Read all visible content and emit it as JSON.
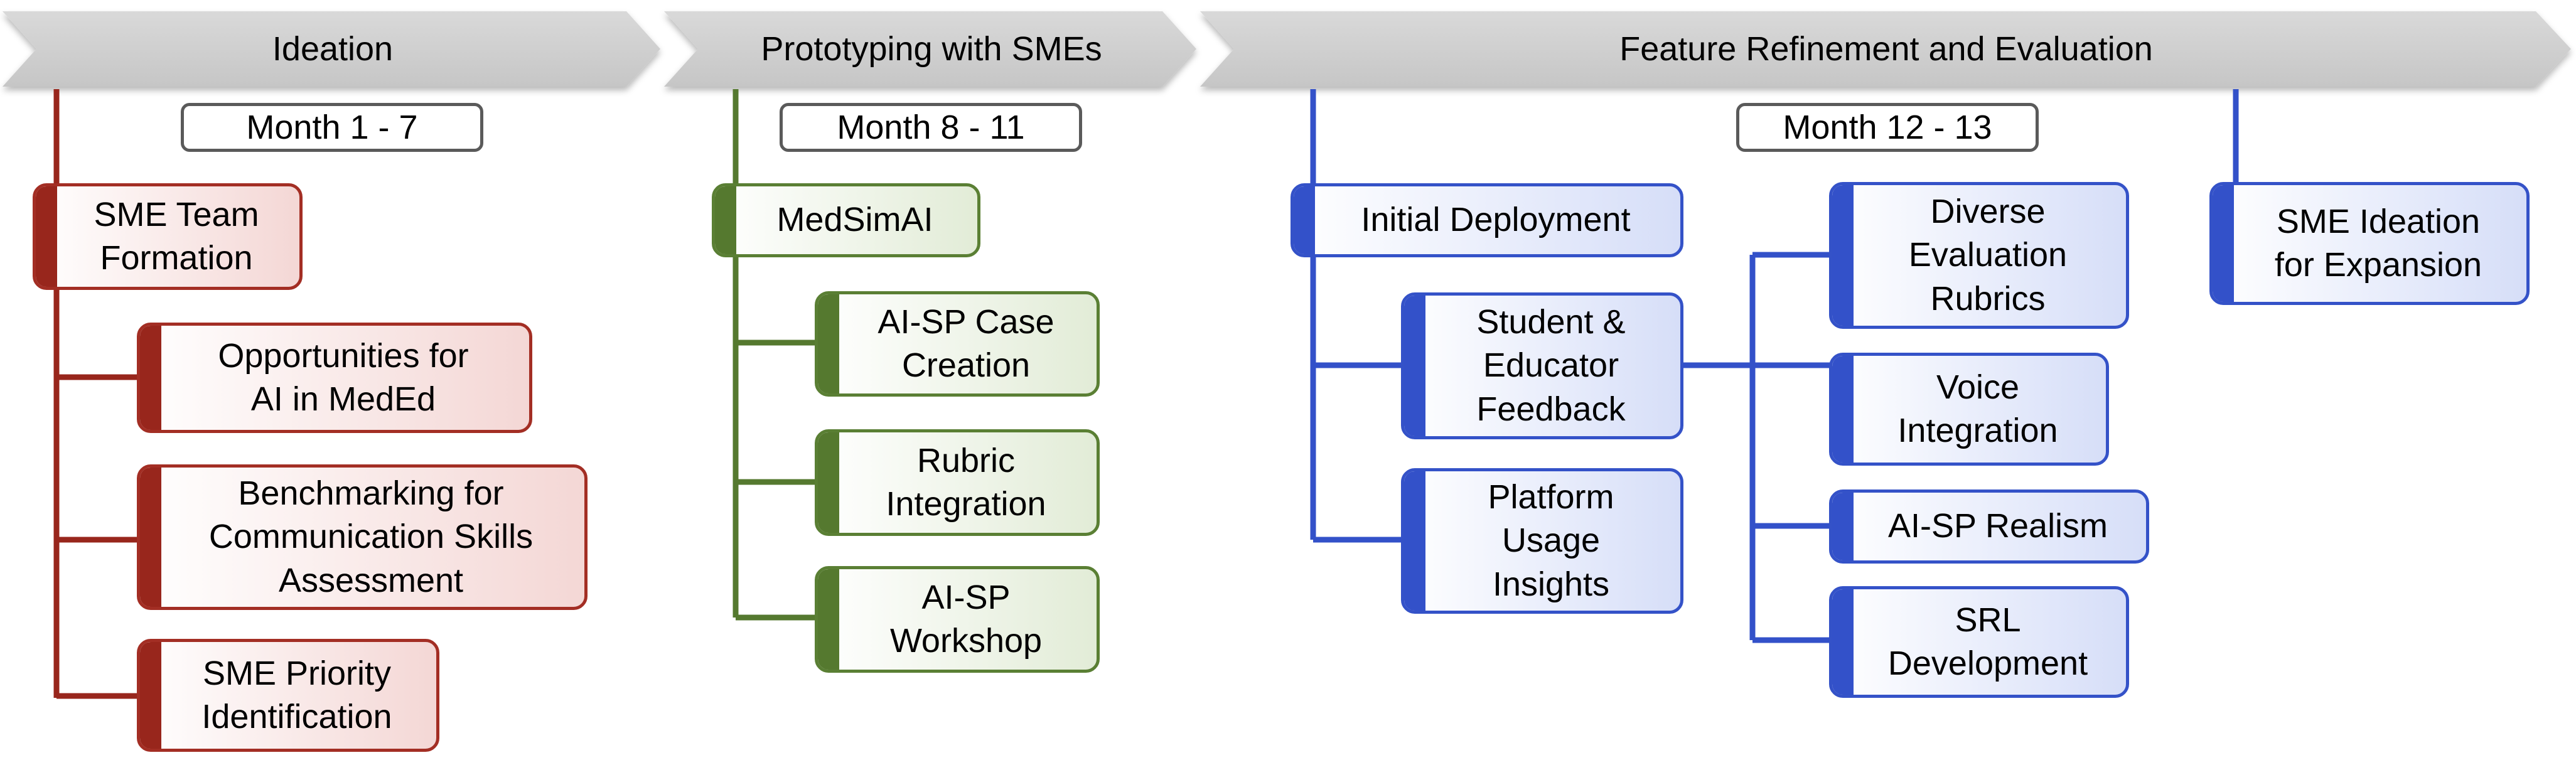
{
  "phases": [
    {
      "label": "Ideation",
      "color": "#98261c"
    },
    {
      "label": "Prototyping with SMEs",
      "color": "#55792f"
    },
    {
      "label": "Feature Refinement and Evaluation",
      "color": "#3351c9"
    }
  ],
  "months": [
    {
      "label": "Month 1 - 7"
    },
    {
      "label": "Month 8 - 11"
    },
    {
      "label": "Month 12 - 13"
    }
  ],
  "nodes": {
    "ideation": [
      {
        "label": "SME Team\nFormation"
      },
      {
        "label": "Opportunities for\nAI in MedEd"
      },
      {
        "label": "Benchmarking for\nCommunication Skills\nAssessment"
      },
      {
        "label": "SME Priority\nIdentification"
      }
    ],
    "prototyping": [
      {
        "label": "MedSimAI"
      },
      {
        "label": "AI-SP Case\nCreation"
      },
      {
        "label": "Rubric\nIntegration"
      },
      {
        "label": "AI-SP\nWorkshop"
      }
    ],
    "refinement": [
      {
        "label": "Initial Deployment"
      },
      {
        "label": "Student &\nEducator\nFeedback"
      },
      {
        "label": "Platform\nUsage\nInsights"
      },
      {
        "label": "Diverse\nEvaluation\nRubrics"
      },
      {
        "label": "Voice\nIntegration"
      },
      {
        "label": "AI-SP Realism"
      },
      {
        "label": "SRL\nDevelopment"
      },
      {
        "label": "SME Ideation\nfor Expansion"
      }
    ]
  }
}
